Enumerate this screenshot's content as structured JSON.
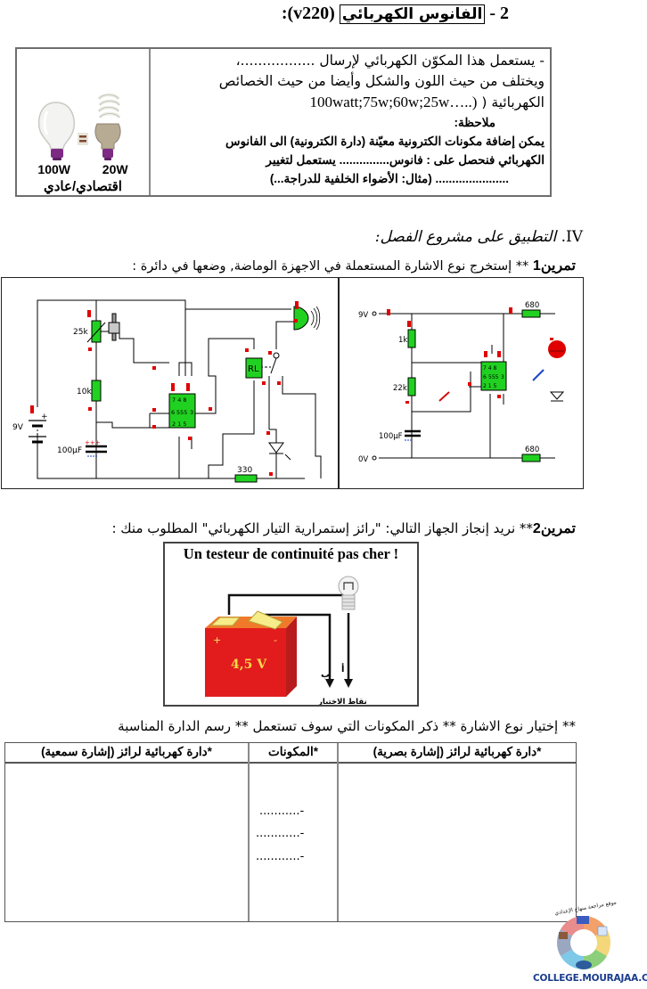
{
  "section2": {
    "number": "2 -",
    "title_boxed": "الفانوس الكهربائي",
    "title_suffix": "(v220):"
  },
  "lamp_box": {
    "line1": "- يستعمل هذا المكوّن الكهربائي لإرسال .................،",
    "line2": "ويختلف من حيث اللون والشكل وأيضا من حيث الخصائص",
    "line3_ar": "الكهربائية (",
    "line3_latin": "100watt;75w;60w;25w…..)",
    "note_title": "ملاحظة:",
    "note_line1": "يمكن إضافة مكونات الكترونية معيّنة (دارة الكترونية)  الى  الفانوس",
    "note_line2": "الكهربائي فنحصل على : فانوس............... يستعمل لتغيير",
    "note_line3": "...................... (مثال: الأضواء الخلفية للدراجة...)",
    "image_caption_watts_left": "100W",
    "image_caption_watts_right": "20W",
    "image_caption_types": "اقتصادي/عادي",
    "equals_sign": "="
  },
  "section4": {
    "numeral": "IV.",
    "title": "التطبيق على مشروع الفصل:"
  },
  "exercise1": {
    "label": "تمرين1",
    "text": " ** إستخرج نوع الاشارة المستعملة في الاجهزة الوماضة, وضعها في دائرة :"
  },
  "circuit_left": {
    "pot": "25k",
    "resistor": "10k",
    "capacitor": "100µF",
    "battery": "9V",
    "chip": "555",
    "chip_pins_top": "7 4 8",
    "chip_pins_mid_left": "6",
    "chip_pins_mid_right": "3",
    "chip_pins_bottom": "2 1 5",
    "relay": "RL",
    "resistor_bottom": "330"
  },
  "circuit_right": {
    "supply": "9V",
    "ground": "0V",
    "r1": "1k",
    "r2": "22k",
    "capacitor": "100µF",
    "chip": "555",
    "chip_pins_top": "7 4 8",
    "chip_pins_mid_left": "6",
    "chip_pins_mid_right": "3",
    "chip_pins_bottom": "2 1 5",
    "r_top": "680",
    "r_bottom": "680"
  },
  "exercise2": {
    "label": "تمرين2",
    "text": "**  نريد إنجاز الجهاز التالي: \"رائز إستمرارية التيار الكهربائي\" المطلوب منك :"
  },
  "tester_image": {
    "title": "Un testeur de continuité pas cher !",
    "battery_voltage": "4,5 V",
    "plus": "+",
    "minus": "-",
    "point_a": "أ",
    "point_b": "ب",
    "test_points": "نقاط الاختبار"
  },
  "steps_line": "**  إختيار نوع الاشارة  ** ذكر المكونات التي سوف تستعمل ** رسم الدارة المناسبة",
  "answer_table": {
    "headers": [
      "*دارة كهربائية لرائز  (إشارة بصرية)",
      "*المكونات",
      "*دارة كهربائية لرائز  (إشارة سمعية)"
    ],
    "component_blanks": [
      "...........-",
      "............-",
      "............-"
    ]
  },
  "logo": {
    "text": "COLLEGE.MOURAJAA.COM",
    "arc_text": "موقع مراجعة منهاج الإعدادي"
  }
}
